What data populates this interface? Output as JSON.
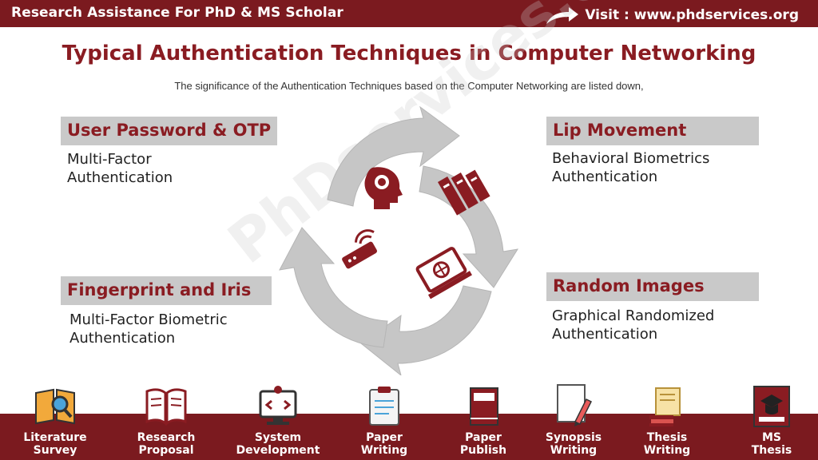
{
  "header": {
    "brand": "Research Assistance For PhD & MS Scholar",
    "visit": "Visit : www.phdservices.org"
  },
  "title": "Typical Authentication Techniques in Computer Networking",
  "subtitle": "The significance of the Authentication Techniques based on the Computer Networking are listed down,",
  "watermark": "PhDservices.org",
  "techniques": [
    {
      "label": "User Password & OTP",
      "description": "Multi-Factor\nAuthentication"
    },
    {
      "label": "Lip Movement",
      "description": "Behavioral Biometrics\nAuthentication"
    },
    {
      "label": "Fingerprint and Iris",
      "description": "Multi-Factor Biometric\nAuthentication"
    },
    {
      "label": "Random Images",
      "description": "Graphical Randomized\nAuthentication"
    }
  ],
  "cycle_icons": [
    "brain-head-icon",
    "books-icon",
    "router-icon",
    "laptop-globe-icon"
  ],
  "services": [
    {
      "label": "Literature\nSurvey",
      "icon": "book-magnifier-icon"
    },
    {
      "label": "Research\nProposal",
      "icon": "open-book-icon"
    },
    {
      "label": "System\nDevelopment",
      "icon": "monitor-code-icon"
    },
    {
      "label": "Paper\nWriting",
      "icon": "clipboard-icon"
    },
    {
      "label": "Paper\nPublish",
      "icon": "journal-icon"
    },
    {
      "label": "Synopsis\nWriting",
      "icon": "pen-paper-icon"
    },
    {
      "label": "Thesis\nWriting",
      "icon": "scroll-icon"
    },
    {
      "label": "MS\nThesis",
      "icon": "graduate-icon"
    }
  ],
  "colors": {
    "brand": "#7b1a1f",
    "accent": "#8a1c22",
    "label_bg": "#c9c9c9",
    "arrow": "#c6c6c6"
  }
}
